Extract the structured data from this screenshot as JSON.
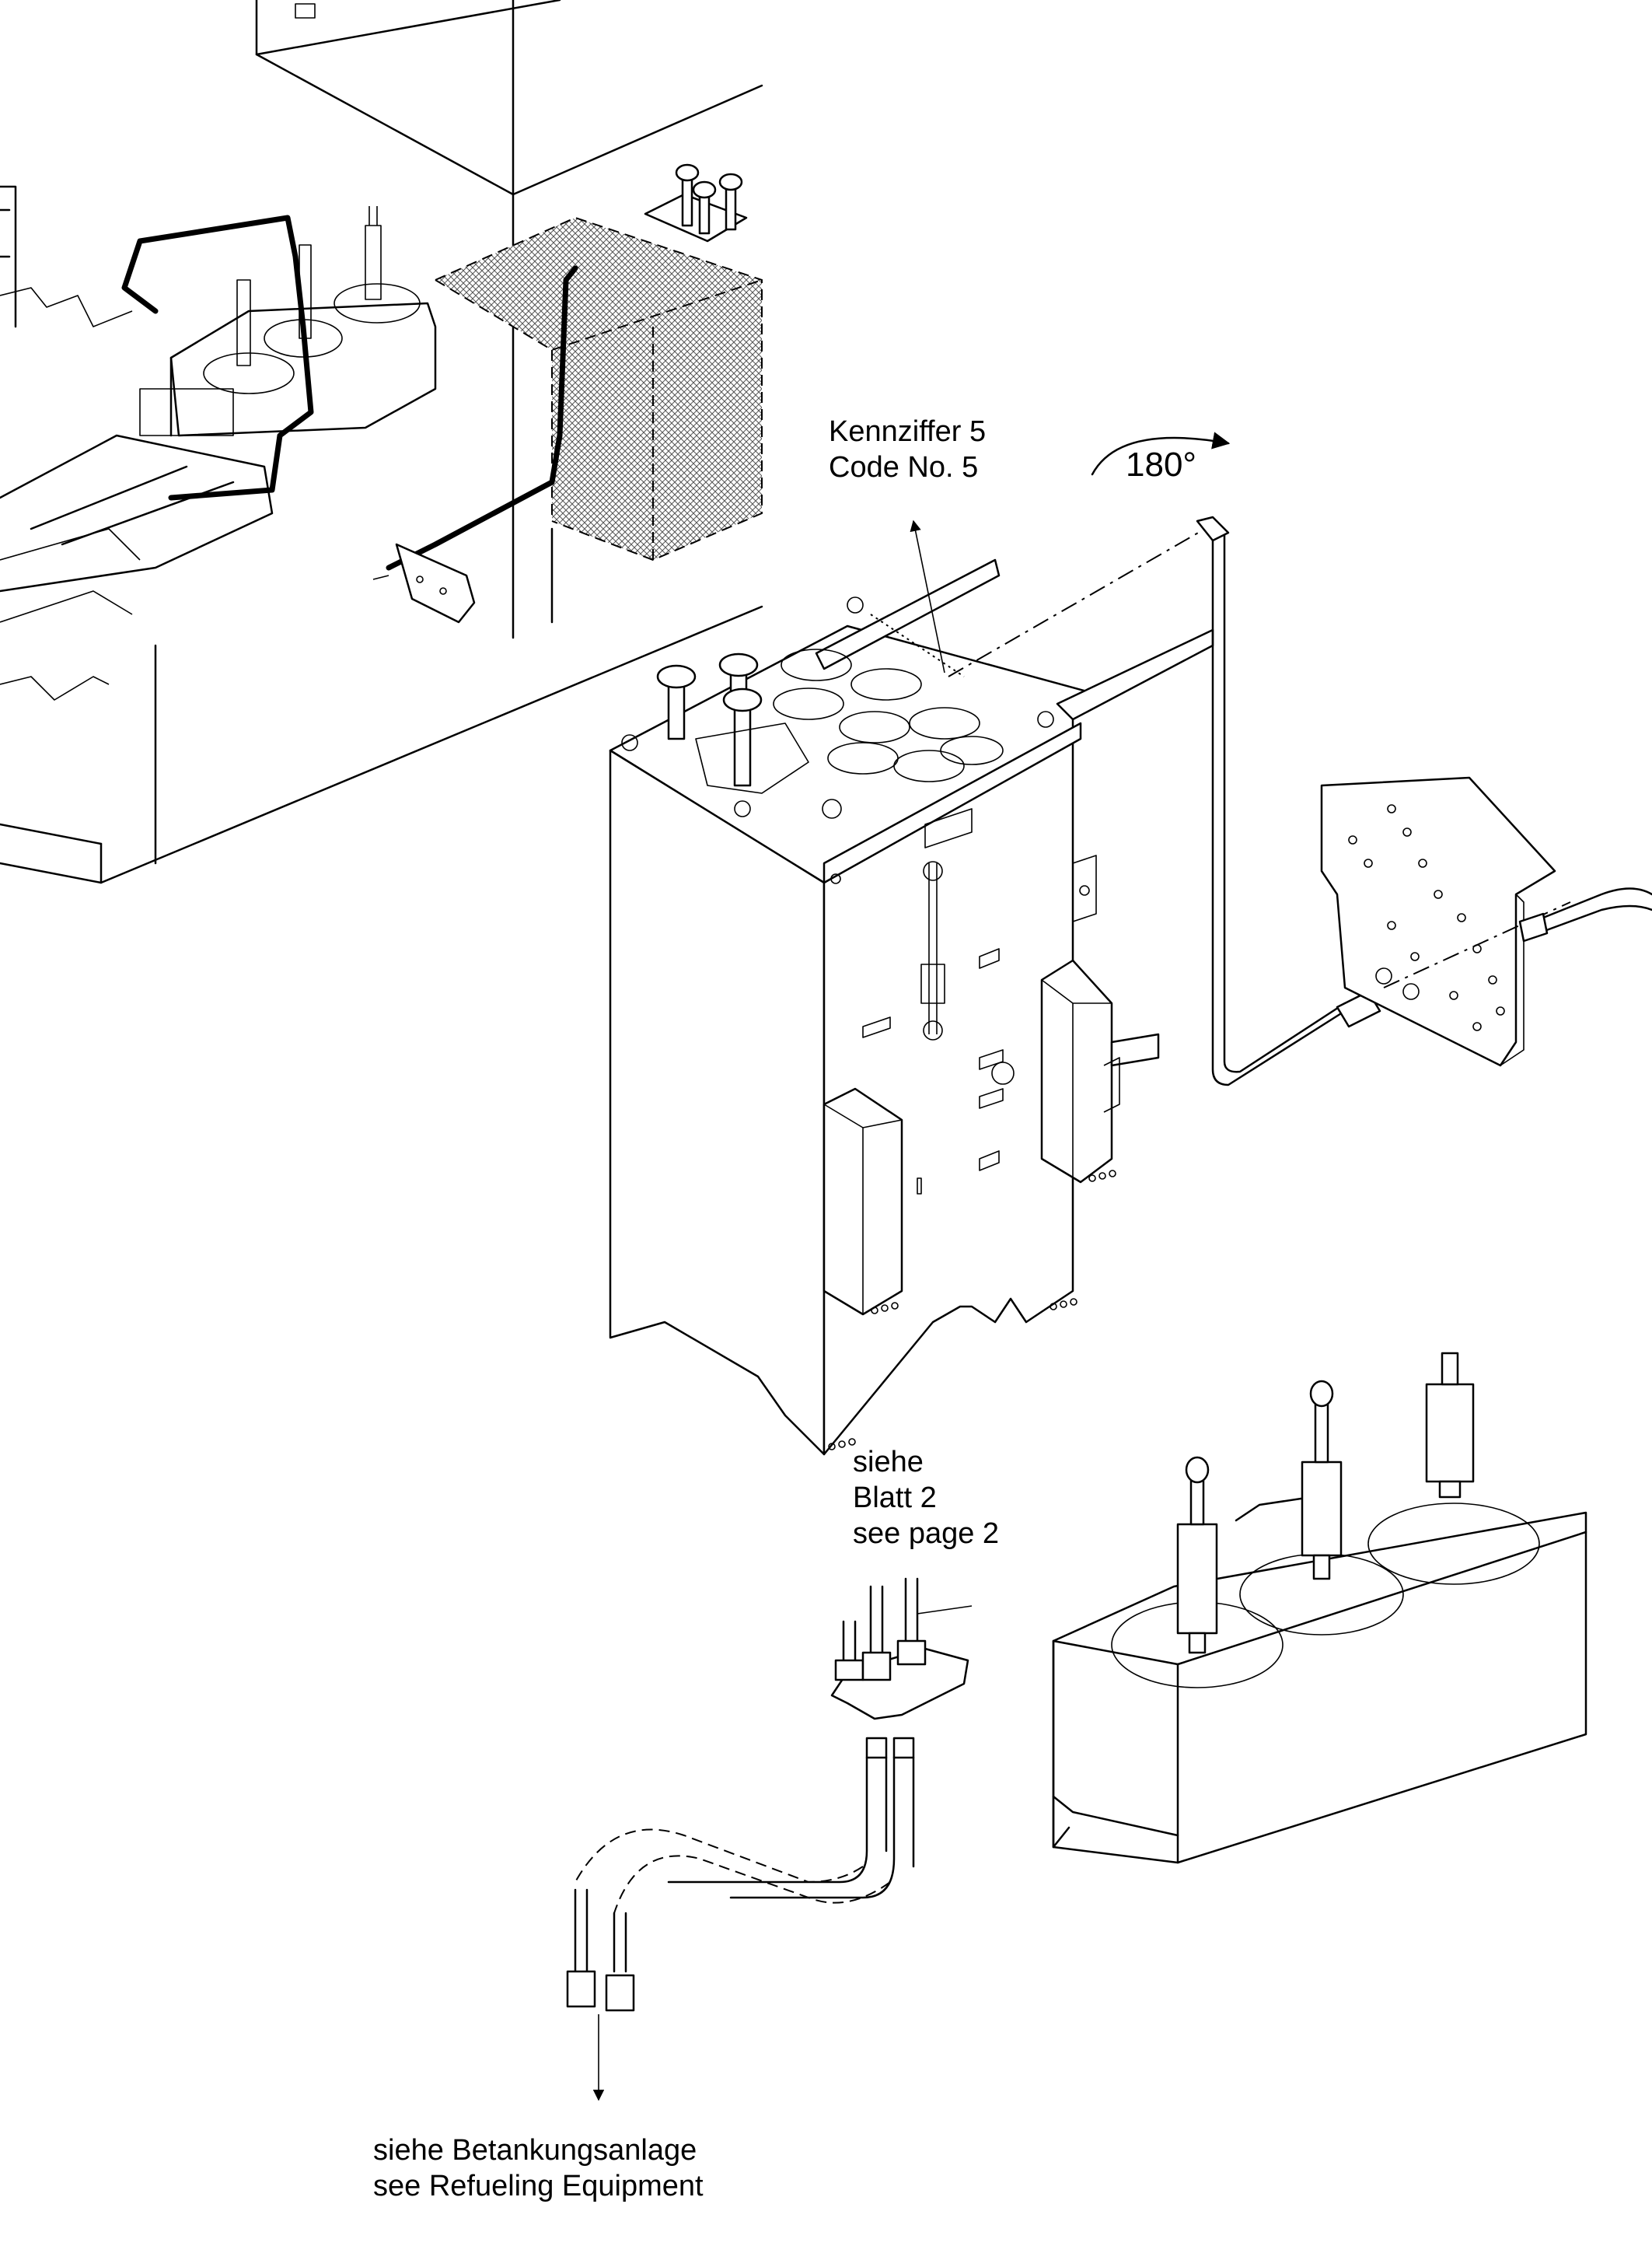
{
  "labels": {
    "code_de": "Kennziffer 5",
    "code_en": "Code No. 5",
    "rotation": "180°",
    "sheet_de_1": "siehe",
    "sheet_de_2": "Blatt 2",
    "sheet_en": "see page 2",
    "refuel_de": "siehe Betankungsanlage",
    "refuel_en": "see Refueling Equipment"
  },
  "colors": {
    "ink": "#000000",
    "paper": "#ffffff"
  }
}
